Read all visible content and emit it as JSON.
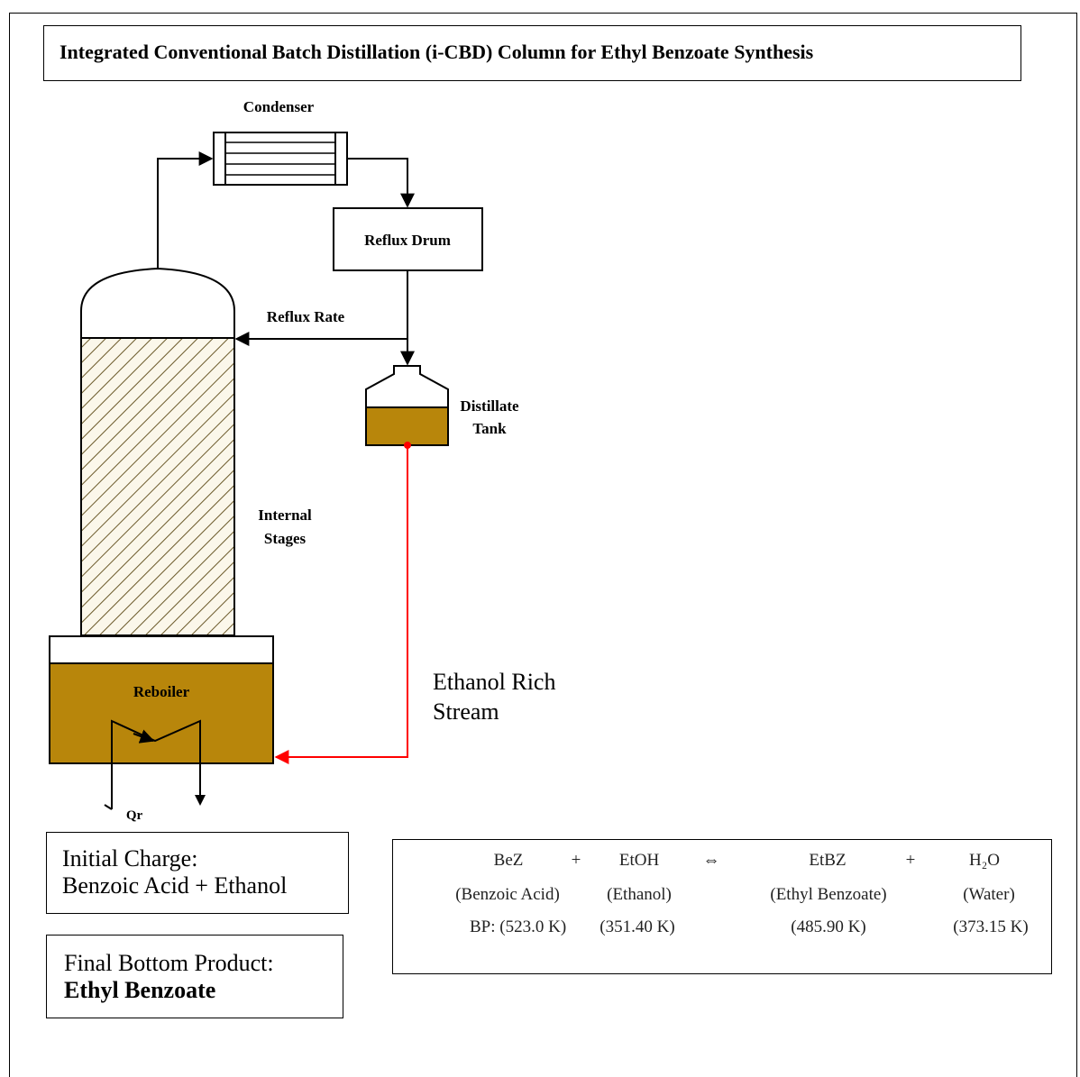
{
  "title": "Integrated Conventional Batch Distillation (i-CBD) Column for Ethyl Benzoate Synthesis",
  "labels": {
    "condenser": "Condenser",
    "reflux_drum": "Reflux Drum",
    "reflux_rate": "Reflux Rate",
    "distillate_tank_line1": "Distillate",
    "distillate_tank_line2": "Tank",
    "internal_stages_line1": "Internal",
    "internal_stages_line2": "Stages",
    "reboiler": "Reboiler",
    "qr": "Qr",
    "ethanol_stream_line1": "Ethanol Rich",
    "ethanol_stream_line2": "Stream"
  },
  "initial_charge": {
    "line1": "Initial Charge:",
    "line2": "Benzoic Acid + Ethanol"
  },
  "final_product": {
    "line1": "Final Bottom Product:",
    "line2": "Ethyl Benzoate"
  },
  "reaction": {
    "row1": [
      "BeZ",
      "+",
      "EtOH",
      "⇔",
      "EtBZ",
      "+",
      "H₂O"
    ],
    "row2": [
      "(Benzoic Acid)",
      "(Ethanol)",
      "(Ethyl Benzoate)",
      "(Water)"
    ],
    "row3": [
      "BP:  (523.0 K)",
      "(351.40 K)",
      "(485.90 K)",
      "(373.15 K)"
    ]
  },
  "colors": {
    "liquid": "#b8860b",
    "ethanol_stream": "#ff0000",
    "line": "#000000"
  }
}
